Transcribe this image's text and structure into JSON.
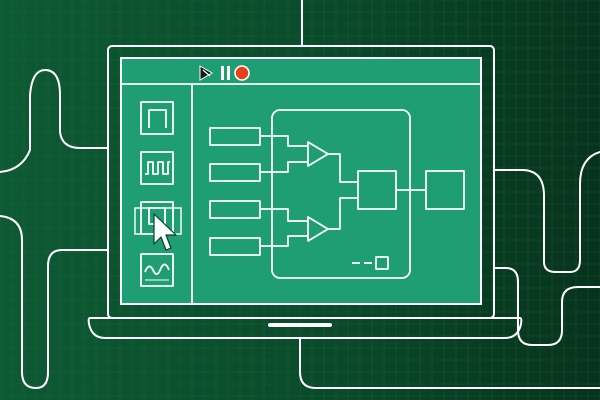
{
  "colors": {
    "background_left": "#0d5a33",
    "background_right": "#07331c",
    "screen": "#1f9e73",
    "line": "#ffffff",
    "record": "#e8401c"
  },
  "toolbar": {
    "icons": [
      "run-icon",
      "pause-icon",
      "record-icon"
    ]
  },
  "palette": {
    "icons": [
      "square-block-icon",
      "square-wave-block-icon",
      "selected-block-icon",
      "sine-wave-block-icon"
    ],
    "selected_index": 2
  },
  "diagram": {
    "inputs": 4,
    "amplifiers": 2,
    "outputs": 2
  }
}
